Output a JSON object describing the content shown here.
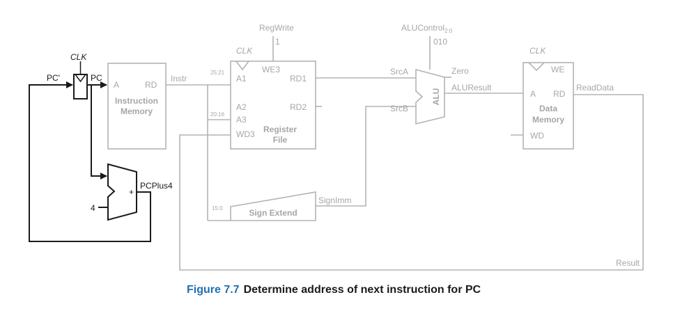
{
  "labels": {
    "regwrite": "RegWrite",
    "regwrite_val": "1",
    "alucontrol": "ALUControl",
    "alucontrol_sub": "2:0",
    "alucontrol_val": "010",
    "clk": "CLK",
    "pc_prime": "PC'",
    "pc": "PC",
    "instr": "Instr",
    "srca": "SrcA",
    "srcb": "SrcB",
    "zero": "Zero",
    "aluresult": "ALUResult",
    "readdata": "ReadData",
    "result": "Result",
    "pcplus4": "PCPlus4",
    "four": "4",
    "plus": "+",
    "signimm": "SignImm",
    "bits_25_21": "25:21",
    "bits_20_16": "20:16",
    "bits_15_0": "15:0"
  },
  "blocks": {
    "instr_mem": {
      "line1": "Instruction",
      "line2": "Memory",
      "port_a": "A",
      "port_rd": "RD"
    },
    "reg_file": {
      "line1": "Register",
      "line2": "File",
      "we3": "WE3",
      "a1": "A1",
      "a2": "A2",
      "a3": "A3",
      "wd3": "WD3",
      "rd1": "RD1",
      "rd2": "RD2"
    },
    "alu": {
      "label": "ALU"
    },
    "data_mem": {
      "line1": "Data",
      "line2": "Memory",
      "we": "WE",
      "a": "A",
      "rd": "RD",
      "wd": "WD"
    },
    "sign_ext": {
      "label": "Sign Extend"
    }
  },
  "caption": {
    "number": "Figure 7.7",
    "text": "Determine address of next instruction for PC"
  },
  "colors": {
    "highlight": "#1a1a1a",
    "dimmed": "#a6a6a6",
    "figure_number": "#1f6fb2"
  }
}
